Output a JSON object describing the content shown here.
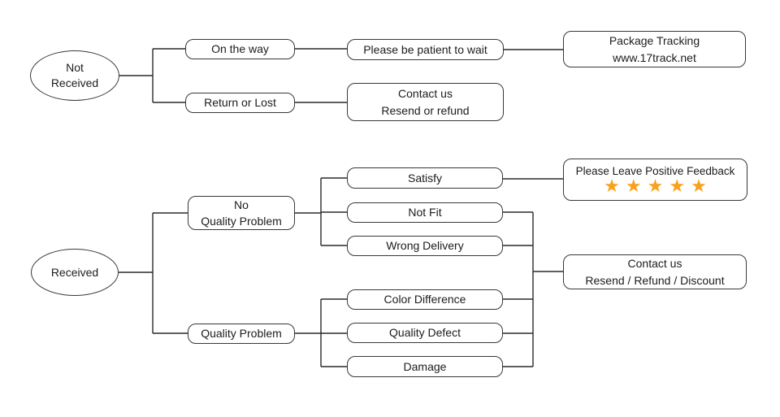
{
  "colors": {
    "background": "#ffffff",
    "border": "#383838",
    "text": "#1c1c1c",
    "line": "#2a2a2a",
    "star": "#f9a11b"
  },
  "top": {
    "root": {
      "label": "Not Received"
    },
    "on_the_way": {
      "label": "On the way"
    },
    "return_or_lost": {
      "label": "Return or Lost"
    },
    "patient": {
      "label": "Please be patient to wait"
    },
    "tracking": {
      "line1": "Package Tracking",
      "line2": "www.17track.net"
    },
    "contact": {
      "line1": "Contact us",
      "line2": "Resend or refund"
    }
  },
  "bottom": {
    "root": {
      "label": "Received"
    },
    "no_quality_problem": {
      "line1": "No",
      "line2": "Quality Problem"
    },
    "quality_problem": {
      "label": "Quality Problem"
    },
    "satisfy": {
      "label": "Satisfy"
    },
    "not_fit": {
      "label": "Not Fit"
    },
    "wrong_delivery": {
      "label": "Wrong Delivery"
    },
    "color_difference": {
      "label": "Color Difference"
    },
    "quality_defect": {
      "label": "Quality Defect"
    },
    "damage": {
      "label": "Damage"
    },
    "feedback": {
      "label": "Please Leave Positive Feedback",
      "stars": [
        "★",
        "★",
        "★",
        "★",
        "★"
      ]
    },
    "contact": {
      "line1": "Contact us",
      "line2": "Resend / Refund / Discount"
    }
  }
}
